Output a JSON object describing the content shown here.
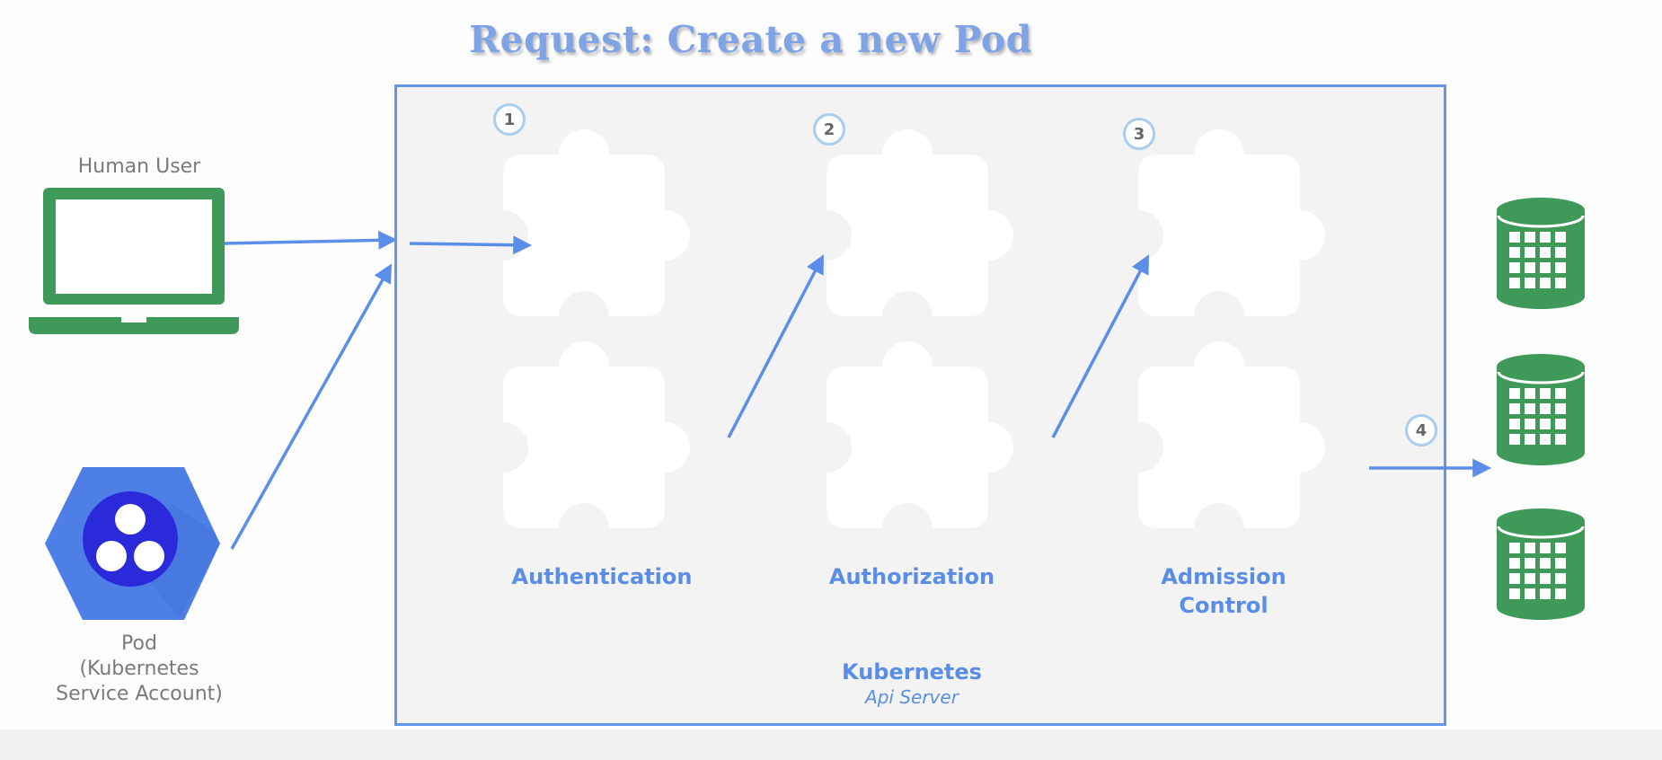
{
  "title": "Request: Create a new Pod",
  "actors": {
    "human_user": "Human User",
    "pod_line1": "Pod",
    "pod_line2": "(Kubernetes",
    "pod_line3": "Service Account)"
  },
  "steps": [
    {
      "number": "1",
      "label": "Authentication"
    },
    {
      "number": "2",
      "label": "Authorization"
    },
    {
      "number": "3",
      "label_line1": "Admission",
      "label_line2": "Control"
    },
    {
      "number": "4"
    }
  ],
  "api_server": {
    "name": "Kubernetes",
    "subtitle": "Api Server"
  },
  "colors": {
    "accent_blue": "#6495ed",
    "arrow_blue": "#5b8ee8",
    "green": "#3f9a5a",
    "pod_hex_blue": "#4d7fe6",
    "pod_circle": "#2a2adb"
  },
  "icons": [
    "laptop-icon",
    "pod-hexagon-icon",
    "puzzle-piece-icon",
    "database-icon"
  ]
}
